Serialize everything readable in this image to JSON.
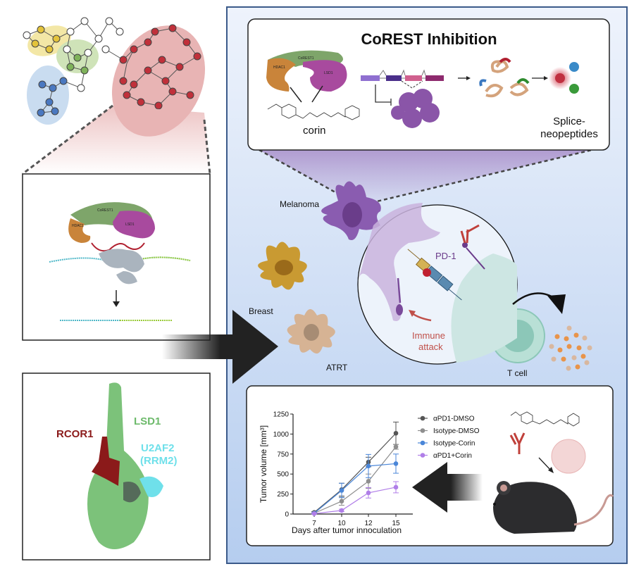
{
  "network": {
    "cluster_colors": [
      "#f3e7a6",
      "#cfe3b8",
      "#c9dcf0",
      "#e8b4b4"
    ]
  },
  "lsd1_complex_panel": {
    "labels": {
      "hdac1": "HDAC1",
      "corest1": "CoREST1",
      "lsd1": "LSD1"
    }
  },
  "cryoem_panel": {
    "labels": {
      "rcor1": "RCOR1",
      "lsd1": "LSD1",
      "u2af2": "U2AF2",
      "rrm2": "(RRM2)"
    },
    "colors": {
      "rcor1": "#8b1a1a",
      "lsd1": "#7cc27a",
      "u2af2": "#6fe0ea"
    }
  },
  "corest_box": {
    "title": "CoREST Inhibition",
    "complex_labels": {
      "hdac1": "HDAC1",
      "corest1": "CoREST1",
      "lsd1": "LSD1"
    },
    "drug": "corin",
    "output_label_line1": "Splice-",
    "output_label_line2": "neopeptides"
  },
  "cells": {
    "melanoma": "Melanoma",
    "breast": "Breast",
    "atrt": "ATRT",
    "tcell": "T cell",
    "pd1": "PD-1",
    "immune_attack_line1": "Immune",
    "immune_attack_line2": "attack"
  },
  "chart_data": {
    "type": "line",
    "xlabel": "Days after tumor innoculation",
    "ylabel": "Tumor volume [mm³]",
    "categories": [
      "7",
      "10",
      "12",
      "15"
    ],
    "yticks": [
      "0",
      "250",
      "500",
      "750",
      "1000",
      "1250"
    ],
    "ylim": [
      0,
      1250
    ],
    "grid": false,
    "legend": "right",
    "series": [
      {
        "name": "αPD1-DMSO",
        "color": "#555555",
        "values": [
          20,
          305,
          650,
          1010
        ],
        "errors": [
          10,
          80,
          60,
          140
        ]
      },
      {
        "name": "Isotype-DMSO",
        "color": "#8e8e8e",
        "values": [
          10,
          160,
          410,
          840
        ],
        "errors": [
          5,
          50,
          90,
          30
        ]
      },
      {
        "name": "Isotype-Corin",
        "color": "#4a86d8",
        "values": [
          10,
          295,
          600,
          630
        ],
        "errors": [
          5,
          90,
          145,
          120
        ]
      },
      {
        "name": "αPD1+Corin",
        "color": "#b07ee8",
        "values": [
          5,
          45,
          265,
          335
        ],
        "errors": [
          3,
          15,
          65,
          70
        ]
      }
    ]
  }
}
